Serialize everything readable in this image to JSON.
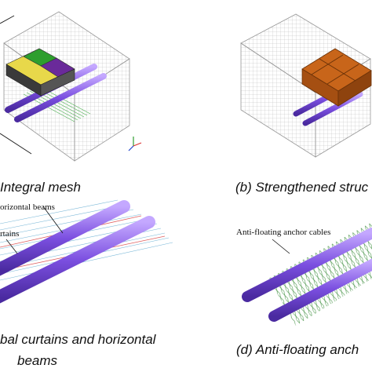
{
  "captions": {
    "a": "Integral mesh",
    "b": "(b) Strengthened struc",
    "c_line1": "bal curtains and horizontal",
    "c_line2": "beams",
    "d": "(d) Anti-floating anch"
  },
  "annotations": {
    "c_horizontal_beams": "orizontal beams",
    "c_curtains": "rtains",
    "d_anchor_cables": "Anti-floating anchor cables"
  },
  "colors": {
    "mesh_line": "#b8b8b8",
    "tunnel_purple": "#7b4fe0",
    "tunnel_highlight": "#c4a8ff",
    "structure_orange": "#c8651a",
    "curtain_green": "#4caf50",
    "cable_green": "#3f8f3f",
    "block_yellow": "#e8d84a",
    "block_green": "#2e9e2e",
    "block_purple": "#6a2a9a"
  },
  "icons": {
    "axis_triad": "axis-triad-icon"
  }
}
